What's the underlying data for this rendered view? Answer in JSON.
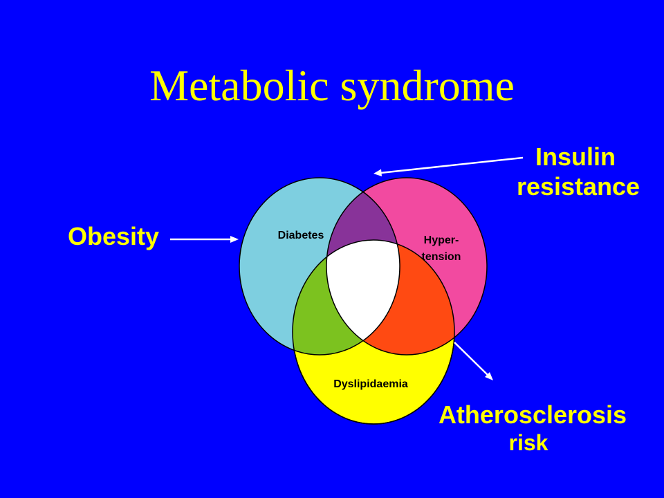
{
  "slide": {
    "title": "Metabolic syndrome",
    "labels": {
      "obesity": "Obesity",
      "insulin_line1": "Insulin",
      "insulin_line2": "resistance",
      "athero_line1": "Atherosclerosis",
      "athero_line2": "risk"
    },
    "circles": {
      "diabetes": "Diabetes",
      "hypertension_line1": "Hyper-",
      "hypertension_line2": "tension",
      "dyslipidaemia": "Dyslipidaemia"
    }
  },
  "colors": {
    "background": "#0000ff",
    "title_text": "#ffff00",
    "diabetes": "#7ecfe0",
    "hypertension": "#f24aa0",
    "dyslipidaemia": "#ffff00",
    "diabetes_hypertension": "#883399",
    "diabetes_dyslipidaemia": "#7cc21f",
    "hypertension_dyslipidaemia": "#ff4a12",
    "center": "#ffffff",
    "arrows": "#ffffff"
  }
}
